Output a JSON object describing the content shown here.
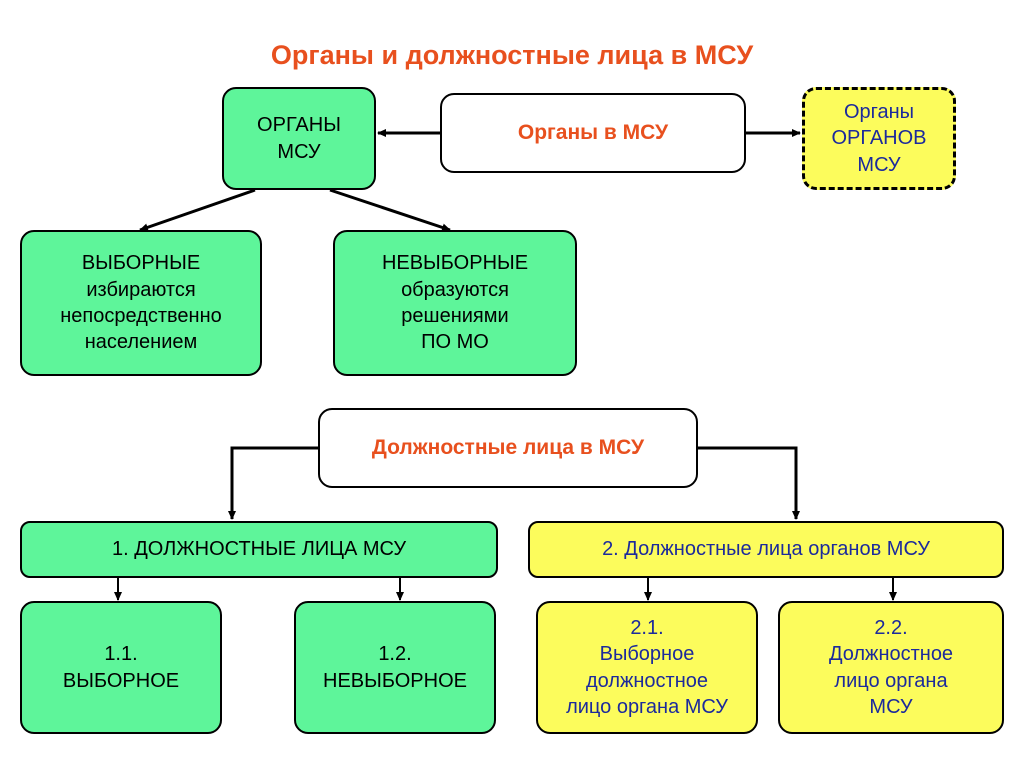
{
  "title": "Органы и должностные лица в МСУ",
  "organs_center": "Органы в МСУ",
  "organs_msu": [
    "ОРГАНЫ",
    "МСУ"
  ],
  "organs_of_organs": [
    "Органы",
    "ОРГАНОВ",
    "МСУ"
  ],
  "elected": [
    "ВЫБОРНЫЕ",
    "избираются",
    "непосредственно",
    "населением"
  ],
  "non_elected": [
    "НЕВЫБОРНЫЕ",
    "образуются",
    "решениями",
    "ПО МО"
  ],
  "officials_center": "Должностные лица в МСУ",
  "officials_msu": "1. ДОЛЖНОСТНЫЕ ЛИЦА МСУ",
  "officials_of_organs": "2. Должностные лица органов МСУ",
  "elected_official": [
    "1.1.",
    "ВЫБОРНОЕ"
  ],
  "non_elected_official": [
    "1.2.",
    "НЕВЫБОРНОЕ"
  ],
  "elected_organ_official": [
    "2.1.",
    "Выборное",
    "должностное",
    "лицо органа МСУ"
  ],
  "organ_official": [
    "2.2.",
    "Должностное",
    "лицо органа",
    "МСУ"
  ],
  "colors": {
    "green": "#5ef59a",
    "yellow": "#fcfc5c",
    "title_red": "#e8501e",
    "text_blue": "#1c2a9c"
  }
}
